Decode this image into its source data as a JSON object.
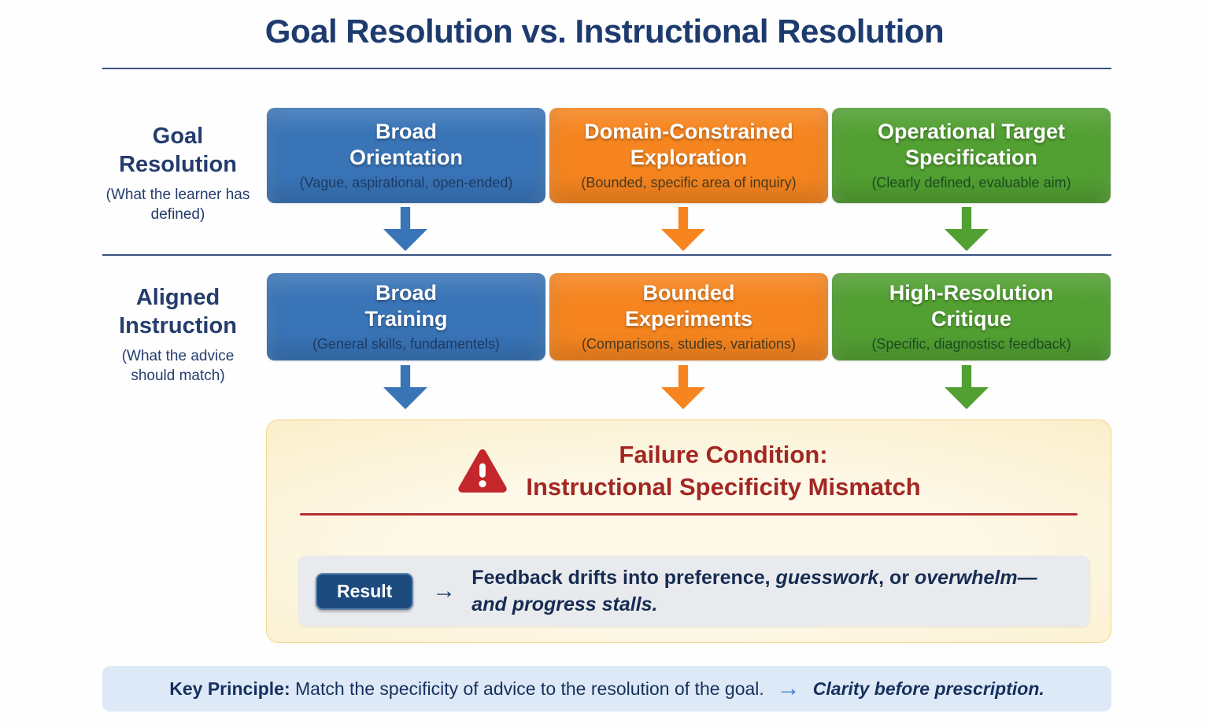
{
  "title": "Goal Resolution vs. Instructional Resolution",
  "colors": {
    "column_blue": "#3974b7",
    "column_orange": "#f6851f",
    "column_green": "#52a032",
    "navy_text": "#243d6d",
    "heading_red": "#a32722",
    "failure_bg": "#fdf6e0",
    "result_panel_bg": "#e8eaed",
    "result_button_bg": "#1e4b7e",
    "key_bar_bg": "#dde9f6",
    "key_arrow_blue": "#2e7ed2"
  },
  "goal_row": {
    "label_title": "Goal Resolution",
    "label_sub": "(What the learner has defined)",
    "boxes": [
      {
        "title_line1": "Broad",
        "title_line2": "Orientation",
        "sub": "(Vague, aspirational, open-ended)",
        "color": "#3974b7",
        "sub_color": "#1c3a63"
      },
      {
        "title_line1": "Domain-Constrained",
        "title_line2": "Exploration",
        "sub": "(Bounded, specific area of inquiry)",
        "color": "#f6851f",
        "sub_color": "#47391f"
      },
      {
        "title_line1": "Operational Target",
        "title_line2": "Specification",
        "sub": "(Clearly defined, evaluable aim)",
        "color": "#52a032",
        "sub_color": "#1a4a1e"
      }
    ]
  },
  "instruction_row": {
    "label_title": "Aligned Instruction",
    "label_sub": "(What the advice should match)",
    "boxes": [
      {
        "title_line1": "Broad",
        "title_line2": "Training",
        "sub": "(General skills, fundamentels)",
        "color": "#3974b7",
        "sub_color": "#1c3a63"
      },
      {
        "title_line1": "Bounded",
        "title_line2": "Experiments",
        "sub": "(Comparisons, studies, variations)",
        "color": "#f6851f",
        "sub_color": "#47391f"
      },
      {
        "title_line1": "High-Resolution",
        "title_line2": "Critique",
        "sub": "(Specific, diagnostisc feedback)",
        "color": "#52a032",
        "sub_color": "#1a4a1e"
      }
    ]
  },
  "failure": {
    "heading_line1": "Failure Condition:",
    "heading_line2": "Instructional Specificity Mismatch",
    "result_label": "Result",
    "result_arrow": "→",
    "result_seg1": "Feedback drifts into ",
    "result_seg2": "preference",
    "result_seg3": ", ",
    "result_seg4": "guesswork",
    "result_seg5": ", or ",
    "result_seg6": "overwhelm—",
    "result_line2": "and progress stalls."
  },
  "key_principle": {
    "label": "Key Principle:",
    "text": " Match the specificity of advice to the resolution of the goal.",
    "arrow": "→",
    "tagline": "Clarity before prescription."
  }
}
